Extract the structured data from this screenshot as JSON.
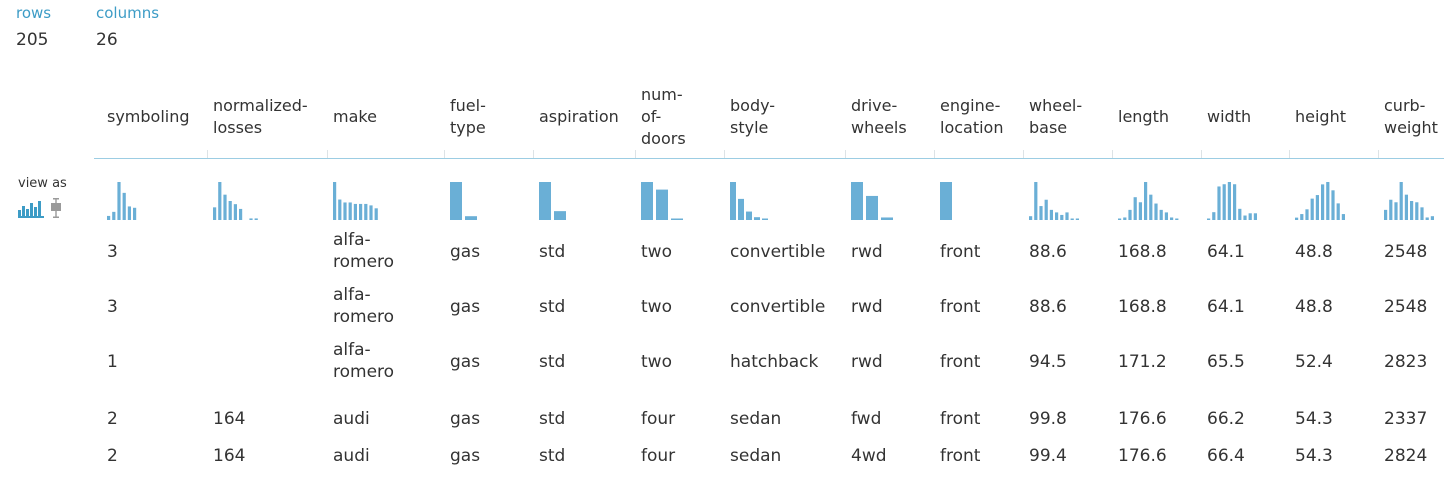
{
  "summary": {
    "rows_label": "rows",
    "rows_value": "205",
    "columns_label": "columns",
    "columns_value": "26"
  },
  "view_as": {
    "label": "view as",
    "options": [
      "histogram-icon",
      "boxplot-icon"
    ]
  },
  "table": {
    "columns": [
      {
        "name": "symboling",
        "header": "symboling",
        "hist": [
          3,
          6,
          28,
          20,
          10,
          9,
          0,
          0
        ]
      },
      {
        "name": "normalized-losses",
        "header": "normalized-\nlosses",
        "hist": [
          8,
          24,
          16,
          12,
          10,
          7,
          0,
          1,
          1,
          0
        ]
      },
      {
        "name": "make",
        "header": "make",
        "hist": [
          26,
          14,
          12,
          12,
          11,
          11,
          11,
          10,
          8
        ]
      },
      {
        "name": "fuel-type",
        "header": "fuel-\ntype",
        "hist": [
          30,
          3
        ]
      },
      {
        "name": "aspiration",
        "header": "aspiration",
        "hist": [
          30,
          7
        ]
      },
      {
        "name": "num-of-doors",
        "header": "num-\nof-\ndoors",
        "hist": [
          30,
          24,
          1
        ]
      },
      {
        "name": "body-style",
        "header": "body-style",
        "hist": [
          27,
          15,
          6,
          2,
          1
        ]
      },
      {
        "name": "drive-wheels",
        "header": "drive-\nwheels",
        "hist": [
          30,
          19,
          2
        ]
      },
      {
        "name": "engine-location",
        "header": "engine-\nlocation",
        "hist": [
          30
        ]
      },
      {
        "name": "wheel-base",
        "header": "wheel-\nbase",
        "hist": [
          3,
          30,
          11,
          16,
          8,
          6,
          4,
          6,
          1,
          1,
          0
        ]
      },
      {
        "name": "length",
        "header": "length",
        "hist": [
          1,
          2,
          8,
          18,
          14,
          30,
          20,
          13,
          8,
          6,
          2,
          1
        ]
      },
      {
        "name": "width",
        "header": "width",
        "hist": [
          1,
          7,
          30,
          32,
          34,
          32,
          10,
          4,
          6,
          6
        ]
      },
      {
        "name": "height",
        "header": "height",
        "hist": [
          2,
          5,
          9,
          18,
          21,
          30,
          32,
          25,
          14,
          5
        ]
      },
      {
        "name": "curb-weight",
        "header": "curb-\nweight",
        "hist": [
          8,
          16,
          14,
          30,
          20,
          15,
          14,
          10,
          2,
          3
        ]
      }
    ],
    "rows": [
      [
        "3",
        "",
        "alfa-\nromero",
        "gas",
        "std",
        "two",
        "convertible",
        "rwd",
        "front",
        "88.6",
        "168.8",
        "64.1",
        "48.8",
        "2548"
      ],
      [
        "3",
        "",
        "alfa-\nromero",
        "gas",
        "std",
        "two",
        "convertible",
        "rwd",
        "front",
        "88.6",
        "168.8",
        "64.1",
        "48.8",
        "2548"
      ],
      [
        "1",
        "",
        "alfa-\nromero",
        "gas",
        "std",
        "two",
        "hatchback",
        "rwd",
        "front",
        "94.5",
        "171.2",
        "65.5",
        "52.4",
        "2823"
      ],
      [
        "2",
        "164",
        "audi",
        "gas",
        "std",
        "four",
        "sedan",
        "fwd",
        "front",
        "99.8",
        "176.6",
        "66.2",
        "54.3",
        "2337"
      ],
      [
        "2",
        "164",
        "audi",
        "gas",
        "std",
        "four",
        "sedan",
        "4wd",
        "front",
        "99.4",
        "176.6",
        "66.4",
        "54.3",
        "2824"
      ]
    ]
  },
  "colors": {
    "accent": "#3d9cc6",
    "bar": "#6aafd6",
    "rule": "#9ccde3",
    "icon_selected": "#3d9cc6",
    "icon_muted": "#9a9a9a"
  }
}
